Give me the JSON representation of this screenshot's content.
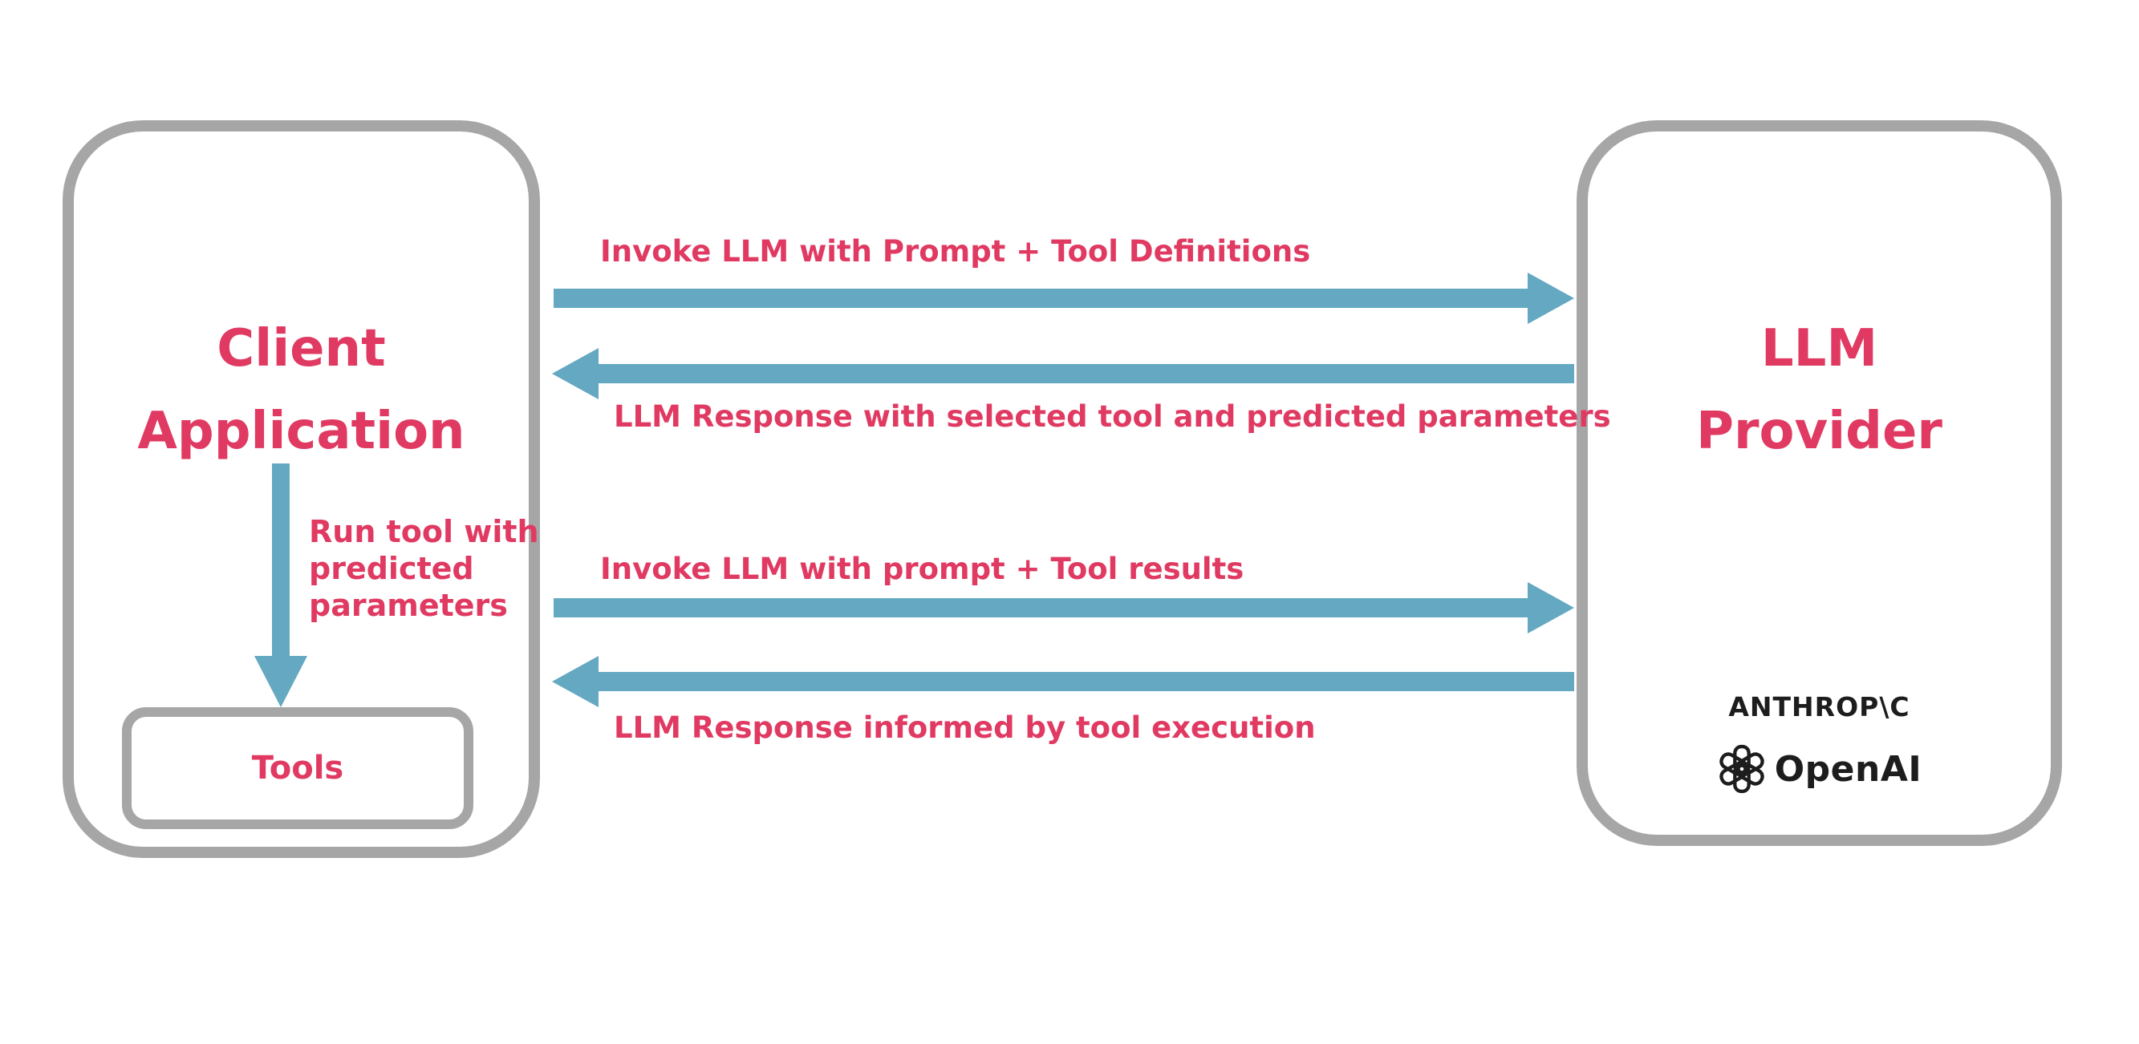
{
  "diagram_title": "LLM tool-use sequence diagram",
  "colors": {
    "accent_pink": "#e03a62",
    "arrow_blue": "#64a8c1",
    "border_gray": "#a6a6a6",
    "logo_black": "#1d1d1d",
    "background": "#ffffff"
  },
  "client_box": {
    "title": "Client\nApplication",
    "tools_label": "Tools"
  },
  "llm_box": {
    "title": "LLM\nProvider",
    "logos": {
      "anthropic": "ANTHROP\\C",
      "openai": "OpenAI"
    }
  },
  "arrows": [
    {
      "id": "a1",
      "direction": "right",
      "from": "Client Application",
      "to": "LLM Provider",
      "label": "Invoke LLM with Prompt + Tool Definitions"
    },
    {
      "id": "a2",
      "direction": "left",
      "from": "LLM Provider",
      "to": "Client Application",
      "label": "LLM Response with selected tool and predicted parameters"
    },
    {
      "id": "a3",
      "direction": "right",
      "from": "Client Application",
      "to": "LLM Provider",
      "label": "Invoke LLM with prompt + Tool results"
    },
    {
      "id": "a4",
      "direction": "left",
      "from": "LLM Provider",
      "to": "Client Application",
      "label": "LLM Response informed by tool execution"
    },
    {
      "id": "a5",
      "direction": "down",
      "from": "Client Application",
      "to": "Tools",
      "label": "Run tool with\npredicted\nparameters"
    }
  ]
}
